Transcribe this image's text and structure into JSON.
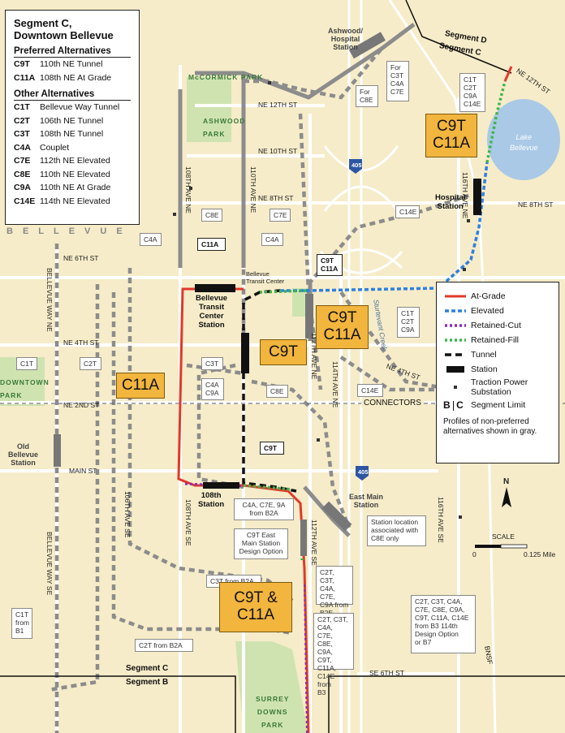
{
  "title": {
    "line1": "Segment C,",
    "line2": "Downtown Bellevue"
  },
  "preferred": {
    "heading": "Preferred Alternatives",
    "items": [
      {
        "code": "C9T",
        "name": "110th NE Tunnel"
      },
      {
        "code": "C11A",
        "name": "108th NE At Grade"
      }
    ]
  },
  "other": {
    "heading": "Other Alternatives",
    "items": [
      {
        "code": "C1T",
        "name": "Bellevue Way Tunnel"
      },
      {
        "code": "C2T",
        "name": "106th NE Tunnel"
      },
      {
        "code": "C3T",
        "name": "108th NE Tunnel"
      },
      {
        "code": "C4A",
        "name": "Couplet"
      },
      {
        "code": "C7E",
        "name": "112th NE Elevated"
      },
      {
        "code": "C8E",
        "name": "110th NE Elevated"
      },
      {
        "code": "C9A",
        "name": "110th NE At Grade"
      },
      {
        "code": "C14E",
        "name": "114th NE Elevated"
      }
    ]
  },
  "legend": {
    "at_grade": "At-Grade",
    "elevated": "Elevated",
    "retained_cut": "Retained-Cut",
    "retained_fill": "Retained-Fill",
    "tunnel": "Tunnel",
    "station": "Station",
    "traction": "Traction Power Substation",
    "segment_b": "B",
    "segment_c": "C",
    "segment_limit": "Segment Limit",
    "note": "Profiles of non-preferred alternatives shown in gray."
  },
  "colors": {
    "at_grade": "#e0392b",
    "elevated": "#2f7fe0",
    "retained_cut": "#8a2bb8",
    "retained_fill": "#3cb54a",
    "gray_route": "#8c8c8c",
    "preferred_box": "#f2b53d",
    "park": "#cfe3b0",
    "water": "#a9c9e6"
  },
  "streets": {
    "ne12": "NE 12TH ST",
    "ne10": "NE 10TH ST",
    "ne8": "NE 8TH ST",
    "ne8_east": "NE 8TH ST",
    "ne6": "NE 6TH ST",
    "ne4": "NE 4TH ST",
    "ne4_east": "NE 4TH ST",
    "ne2": "NE 2ND ST",
    "main": "MAIN ST",
    "se6": "SE 6TH ST",
    "ne12_east": "NE 12TH ST",
    "bellevue_way_ne": "BELLEVUE WAY NE",
    "bellevue_way_se": "BELLEVUE WAY SE",
    "ave108ne": "108TH AVE NE",
    "ave110ne": "110TH AVE NE",
    "ave112ne": "112TH AVE NE",
    "ave114ne": "114TH AVE NE",
    "ave106se": "106TH AVE SE",
    "ave108se": "108TH AVE SE",
    "ave112se": "112TH AVE SE",
    "ave116ne": "116TH AVE NE",
    "ave116se": "116TH AVE SE",
    "sturtevant": "Sturtevant Creek",
    "bnsf": "BNSF",
    "i405": "405"
  },
  "places": {
    "bellevue": "BELLEVUE",
    "mccormick": "McCORMICK PARK",
    "ashwood_park": "ASHWOOD\nPARK",
    "downtown_park": "DOWNTOWN\nPARK",
    "surrey_downs": "SURREY\nDOWNS\nPARK",
    "lake": "Lake\nBellevue"
  },
  "stations": {
    "ashwood": "Ashwood/\nHospital\nStation",
    "hospital": "Hospital\nStation",
    "btc": "Bellevue\nTransit\nCenter\nStation",
    "btc_small": "Bellevue\nTransit Center",
    "old_bellevue": "Old\nBellevue\nStation",
    "s108": "108th\nStation",
    "east_main": "East Main\nStation"
  },
  "boxes": {
    "c3t_c4a_c7e": "For\nC3T\nC4A\nC7E",
    "c8e_top": "For\nC8E",
    "c1t_c2t_top": "C1T\nC2T\nC9A\nC14E",
    "c8e": "C8E",
    "c7e": "C7E",
    "c4a_left": "C4A",
    "c4a_right": "C4A",
    "c11a": "C11A",
    "c9t_c11a": "C9T\nC11A",
    "c14e_top": "C14E",
    "c1t_c2t_c9a": "C1T\nC2T\nC9A",
    "c1t": "C1T",
    "c2t": "C2T",
    "c3t": "C3T",
    "c4a_c9a": "C4A\nC9A",
    "c8e_mid": "C8E",
    "c14e_mid": "C14E",
    "connectors": "CONNECTORS",
    "c9t": "C9T",
    "c4a_from_b2a": "C4A, C7E, 9A\nfrom B2A",
    "c9t_east_main": "C9T East\nMain Station\nDesign Option",
    "station_location": "Station location\nassociated with\nC8E only",
    "c3t_from_b2a": "C3T from B2A",
    "c2t_list": "C2T, C3T,\nC4A, C7E,\nC9A from\nB2E",
    "c2t_list2": "C2T, C3T,\nC4A, C7E,\nC8E, C9A,\nC9T, C11A,\nC14E from\nB3",
    "c2t_list3": "C2T, C3T, C4A,\nC7E, C8E, C9A,\nC9T, C11A, C14E\nfrom B3 114th\nDesign Option\nor B7",
    "c1t_from_b1": "C1T\nfrom\nB1",
    "c2t_from_b2a": "C2T from B2A"
  },
  "preferred_callouts": {
    "top_right": "C9T\nC11A",
    "mid": "C9T\nC11A",
    "c9t": "C9T",
    "c11a": "C11A",
    "bottom": "C9T &\nC11A"
  },
  "segments": {
    "seg_d": "Segment D",
    "seg_c_top": "Segment C",
    "seg_c_bottom": "Segment C",
    "seg_b_bottom": "Segment B"
  },
  "scale": {
    "label": "SCALE",
    "zero": "0",
    "value": "0.125 Mile"
  },
  "north": "N"
}
